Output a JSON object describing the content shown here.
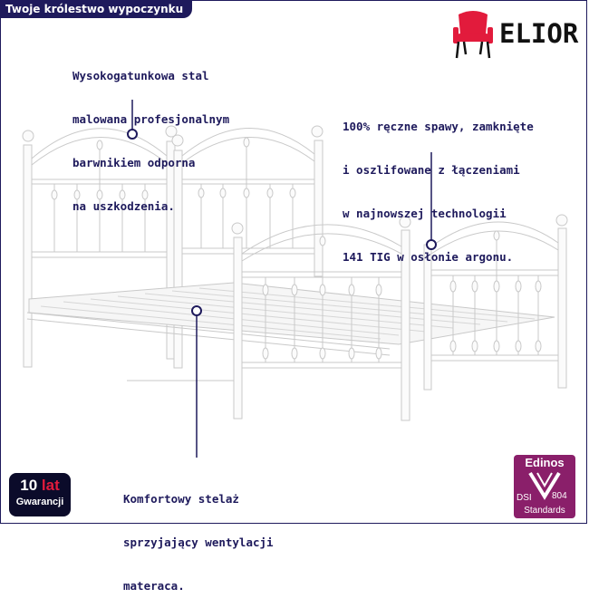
{
  "tagline": "Twoje królestwo wypoczynku",
  "brand": {
    "name": "ELIOR",
    "icon": "armchair-icon",
    "accent": "#e21b3c"
  },
  "callouts": {
    "steel": [
      "Wysokogatunkowa stal",
      "malowana profesjonalnym",
      "barwnikiem odporna",
      "na uszkodzenia."
    ],
    "welds": [
      "100% ręczne spawy, zamknięte",
      "i oszlifowane z łączeniami",
      "w najnowszej technologii",
      "141 TIG w osłonie argonu."
    ],
    "slats": [
      "Komfortowy stelaż",
      "sprzyjający wentylacji",
      "materaca."
    ]
  },
  "warranty": {
    "number": "10",
    "unit": "lat",
    "label": "Gwarancji"
  },
  "certificate": {
    "title": "Edinos",
    "dsi": "DSI",
    "number": "804",
    "standards": "Standards"
  },
  "colors": {
    "navy": "#1e1a5c",
    "magenta": "#8a1f6a",
    "red": "#e21b3c"
  }
}
